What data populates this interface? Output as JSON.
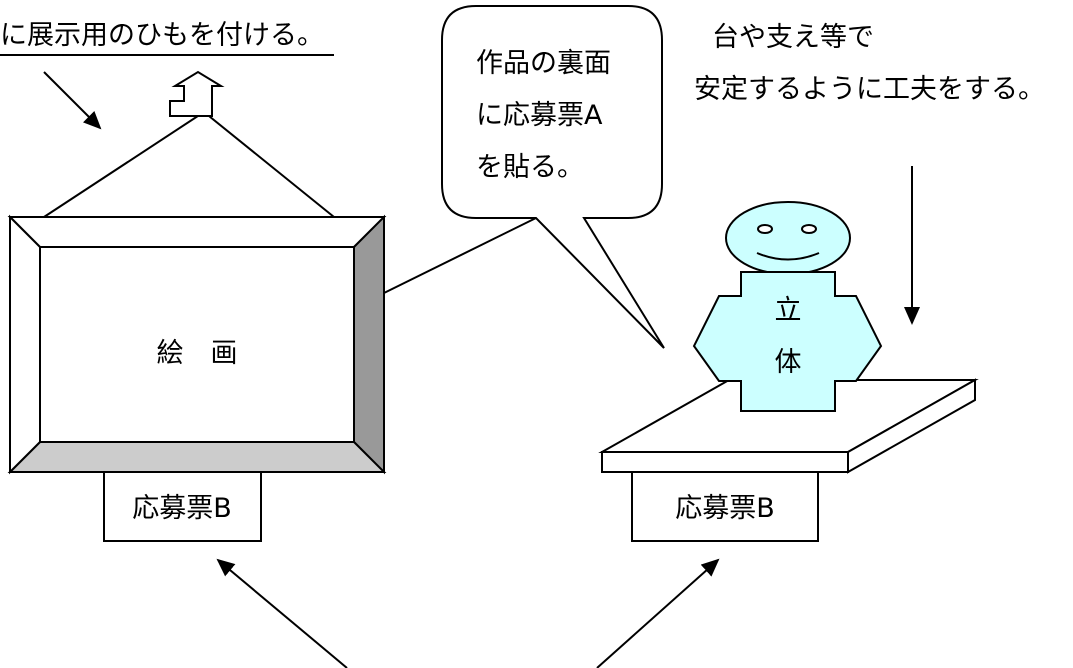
{
  "labels": {
    "hanging_string_note": "に展示用のひもを付ける。",
    "speech_bubble": [
      "作品の裏面",
      "に応募票A",
      "を貼る。"
    ],
    "stand_note": [
      "台や支え等で",
      "安定するように工夫をする。"
    ],
    "painting": "絵　画",
    "sculpture": [
      "立",
      "体"
    ],
    "entry_slip_left": "応募票B",
    "entry_slip_right": "応募票B"
  },
  "colors": {
    "line": "#000000",
    "frame_top": "#ffffff",
    "frame_right": "#999999",
    "frame_bottom": "#cccccc",
    "frame_left": "#ffffff",
    "sculpture_fill": "#ccffff",
    "background": "#ffffff"
  }
}
